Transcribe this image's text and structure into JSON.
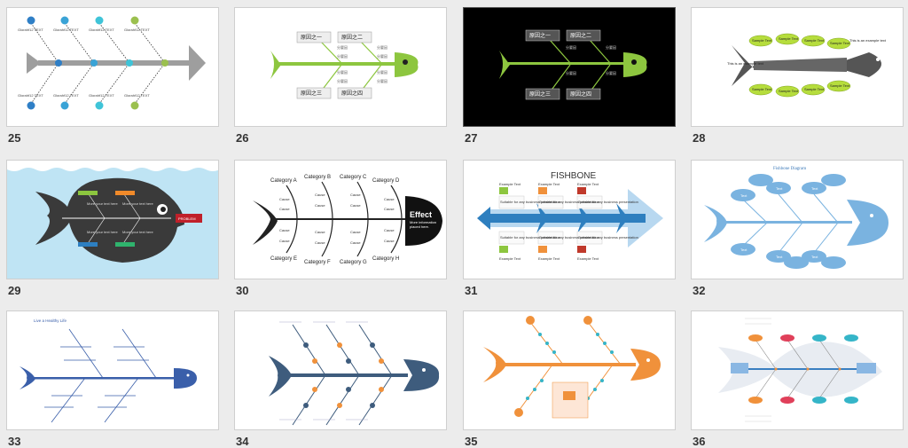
{
  "slides": [
    {
      "number": "25"
    },
    {
      "number": "26"
    },
    {
      "number": "27"
    },
    {
      "number": "28"
    },
    {
      "number": "29"
    },
    {
      "number": "30"
    },
    {
      "number": "31"
    },
    {
      "number": "32"
    },
    {
      "number": "33"
    },
    {
      "number": "34"
    },
    {
      "number": "35"
    },
    {
      "number": "36"
    }
  ],
  "s25": {
    "item_text": "Glorahf12 TEXT"
  },
  "s26": {
    "cause_1": "原因之一",
    "cause_2": "原因之二",
    "cause_3": "原因之三",
    "cause_4": "原因之四",
    "sub": "分要因"
  },
  "s27": {
    "cause_1": "原因之一",
    "cause_2": "原因之二",
    "cause_3": "原因之三",
    "cause_4": "原因之四",
    "sub": "分要因"
  },
  "s28": {
    "sample": "Sample Text",
    "small": "This is an example text"
  },
  "s29": {
    "problem": "PROBLEM",
    "note": "More your text here"
  },
  "s30": {
    "cat_a": "Category A",
    "cat_b": "Category B",
    "cat_c": "Category C",
    "cat_d": "Category D",
    "cat_e": "Category E",
    "cat_f": "Category F",
    "cat_g": "Category G",
    "cat_h": "Category H",
    "cause": "Cause",
    "effect": "Effect",
    "effect_sub_1": "More information",
    "effect_sub_2": "placed here."
  },
  "s31": {
    "title": "FISHBONE",
    "example": "Example Text",
    "body": "Suitable for any business presentation"
  },
  "s32": {
    "title": "Fishbone Diagram",
    "oval": "Text"
  },
  "s33": {
    "title": "Live a Healthy Life"
  },
  "colors": {
    "green": "#8dc63f",
    "blue_25": "#3a8fd0",
    "teal": "#35b5c8",
    "orange": "#f0913b",
    "navy": "#3e5c7d"
  }
}
